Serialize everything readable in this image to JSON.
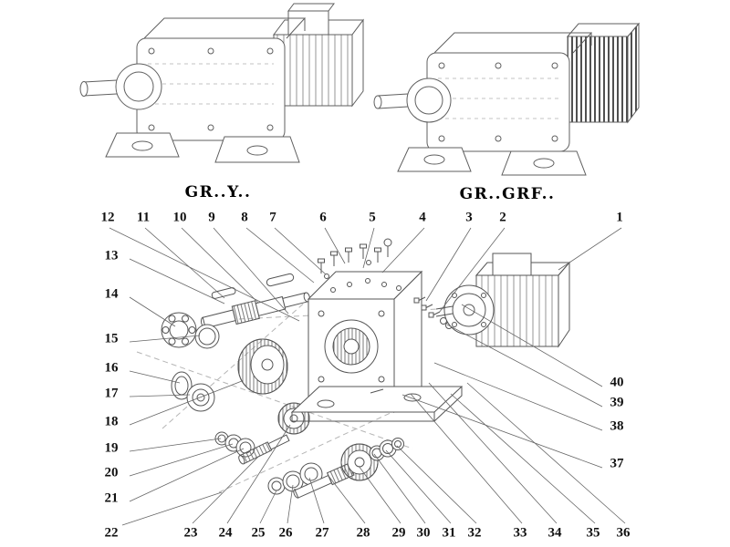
{
  "labels": {
    "left": "GR..Y..",
    "right": "GR..GRF.."
  },
  "callouts": {
    "top": [
      "12",
      "11",
      "10",
      "9",
      "8",
      "7",
      "6",
      "5",
      "4",
      "3",
      "2",
      "1"
    ],
    "left": [
      "13",
      "14",
      "15",
      "16",
      "17",
      "18",
      "19",
      "20",
      "21",
      "22"
    ],
    "bottom": [
      "23",
      "24",
      "25",
      "26",
      "27",
      "28",
      "29",
      "30",
      "31",
      "32",
      "33",
      "34",
      "35",
      "36"
    ],
    "right": [
      "40",
      "39",
      "38",
      "37"
    ]
  },
  "colors": {
    "background": "#ffffff",
    "line": "#555555",
    "text": "#111111"
  }
}
